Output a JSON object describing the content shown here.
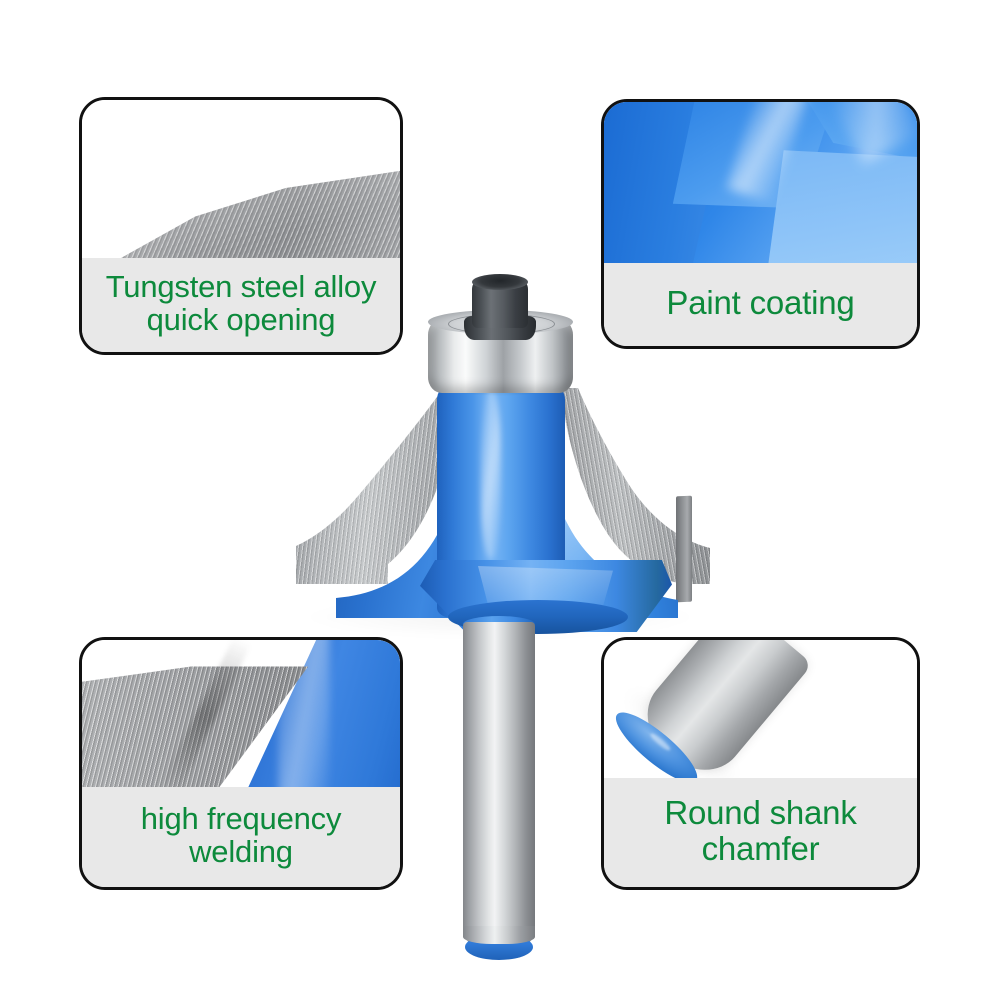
{
  "page": {
    "title": "Router Bit Product Feature Image",
    "background_color": "#ffffff",
    "product_name": "Round over router bit with bearing"
  },
  "theme": {
    "caption_text_color": "#0d8a3c",
    "caption_background_color": "#e8e8e8",
    "card_border_color": "#111111",
    "card_background_color": "#ffffff",
    "paint_blue": "#2f86e8",
    "carbide_grey": "#a0a2a5",
    "shank_steel": "#c2c5c8"
  },
  "callouts": [
    {
      "id": "tungsten-steel-alloy",
      "position": "top-left",
      "caption": "Tungsten steel alloy\nquick opening",
      "caption_line1": "Tungsten steel alloy",
      "caption_line2": "quick opening",
      "photo_subject": "close-up of brushed tungsten carbide cutting edge",
      "icon": "carbide-flute-icon"
    },
    {
      "id": "paint-coating",
      "position": "top-right",
      "caption": "Paint coating",
      "caption_line1": "Paint coating",
      "caption_line2": "",
      "photo_subject": "close-up of glossy blue painted faceted surface",
      "icon": "blue-paint-facet-icon"
    },
    {
      "id": "high-frequency-welding",
      "position": "bottom-left",
      "caption": "high frequency\nwelding",
      "caption_line1": "high frequency",
      "caption_line2": "welding",
      "photo_subject": "close-up of carbide tip welded to blue steel body",
      "icon": "weld-seam-icon"
    },
    {
      "id": "round-shank-chamfer",
      "position": "bottom-right",
      "caption": "Round shank\nchamfer",
      "caption_line1": "Round shank",
      "caption_line2": "chamfer",
      "photo_subject": "close-up of steel round shank end with blue chamfered tip",
      "icon": "round-shank-icon"
    }
  ],
  "product": {
    "parts": [
      {
        "name": "bearing-bolt",
        "label": "bearing bolt head",
        "color": "#3a3e43"
      },
      {
        "name": "ball-bearing",
        "label": "ball bearing guide",
        "color": "#cfd3d6"
      },
      {
        "name": "blue-body",
        "label": "blue painted cutter body",
        "color": "#2f86e8"
      },
      {
        "name": "carbide-cutter-left",
        "label": "tungsten carbide cutting edge",
        "color": "#a9acaf"
      },
      {
        "name": "carbide-cutter-right",
        "label": "tungsten carbide cutting edge",
        "color": "#9a9da0"
      },
      {
        "name": "shank",
        "label": "round steel shank",
        "color": "#d3d6d8"
      },
      {
        "name": "shank-chamfer",
        "label": "blue chamfered shank tip",
        "color": "#2f79d6"
      }
    ]
  }
}
